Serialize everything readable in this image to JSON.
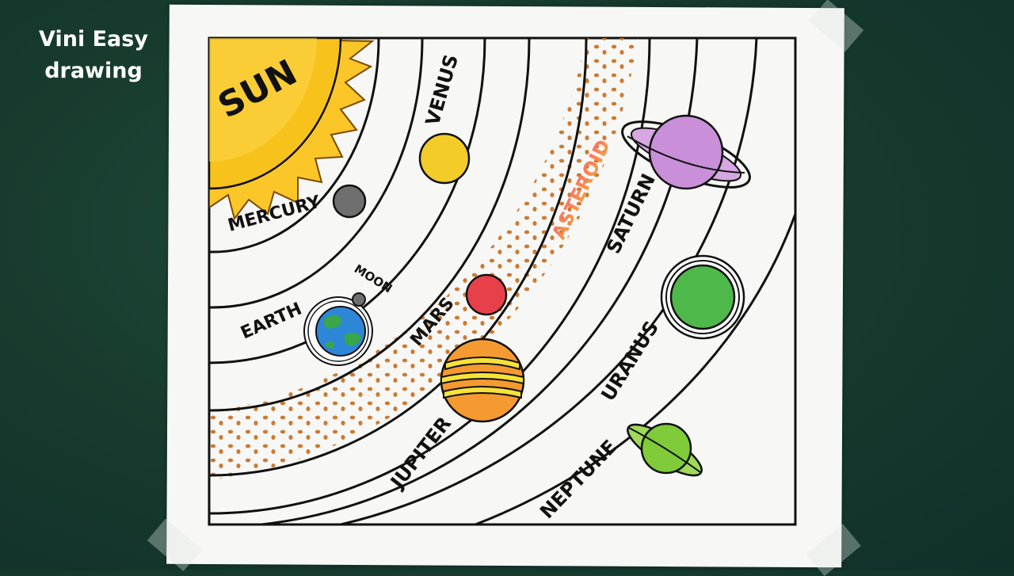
{
  "watermark": {
    "line1": "Vini Easy",
    "line2": "drawing"
  },
  "labels": {
    "sun": "SUN",
    "mercury": "MERCURY",
    "venus": "VENUS",
    "earth": "EARTH",
    "moon": "MOON",
    "mars": "MARS",
    "asteroid": "ASTEROID",
    "jupiter": "JUPITER",
    "saturn": "SATURN",
    "uranus": "URANUS",
    "neptune": "NEPTUNE"
  },
  "colors": {
    "sun": "#f7c21b",
    "sun_rays": "#fbc628",
    "mercury": "#6f6f6f",
    "venus": "#f4cc2a",
    "earth_ocean": "#2e86d6",
    "earth_land": "#3aa64a",
    "mars": "#e8404a",
    "asteroid": "#c9742a",
    "jupiter_orange": "#f59a30",
    "jupiter_yellow": "#f7e23a",
    "saturn": "#c98fd8",
    "uranus": "#4fb84a",
    "neptune": "#7fcb3a",
    "asteroid_label_top": "#ff6a6a",
    "asteroid_label_bottom": "#f2a838"
  }
}
